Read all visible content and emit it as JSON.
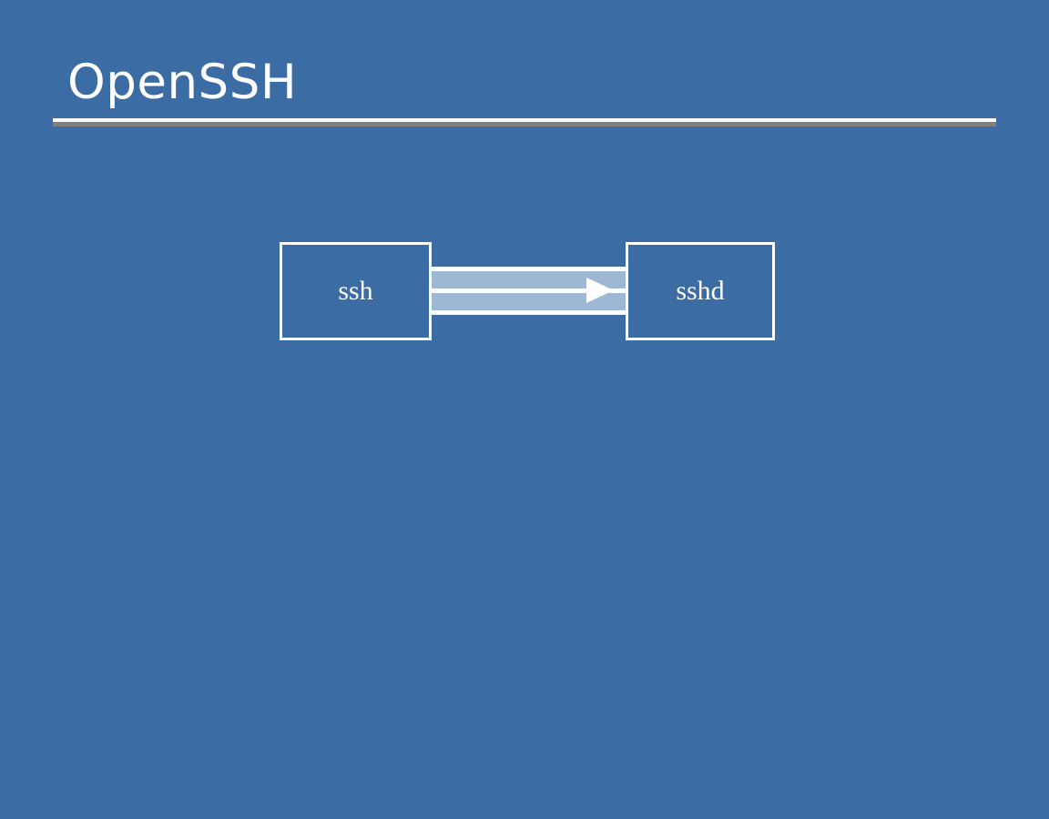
{
  "slide": {
    "title": "OpenSSH",
    "background_color": "#3c6ca4",
    "title_color": "#ffffff",
    "divider": {
      "light_color": "#ffffff",
      "dark_color": "#808080"
    }
  },
  "diagram": {
    "type": "flow",
    "nodes": [
      {
        "id": "ssh",
        "label": "ssh",
        "border_color": "#ffffff",
        "text_color": "#ffffff"
      },
      {
        "id": "sshd",
        "label": "sshd",
        "border_color": "#ffffff",
        "text_color": "#ffffff"
      }
    ],
    "connector": {
      "from": "ssh",
      "to": "sshd",
      "direction": "right",
      "band_color": "#9db7d5",
      "line_color": "#ffffff",
      "arrow_color": "#ffffff"
    }
  }
}
